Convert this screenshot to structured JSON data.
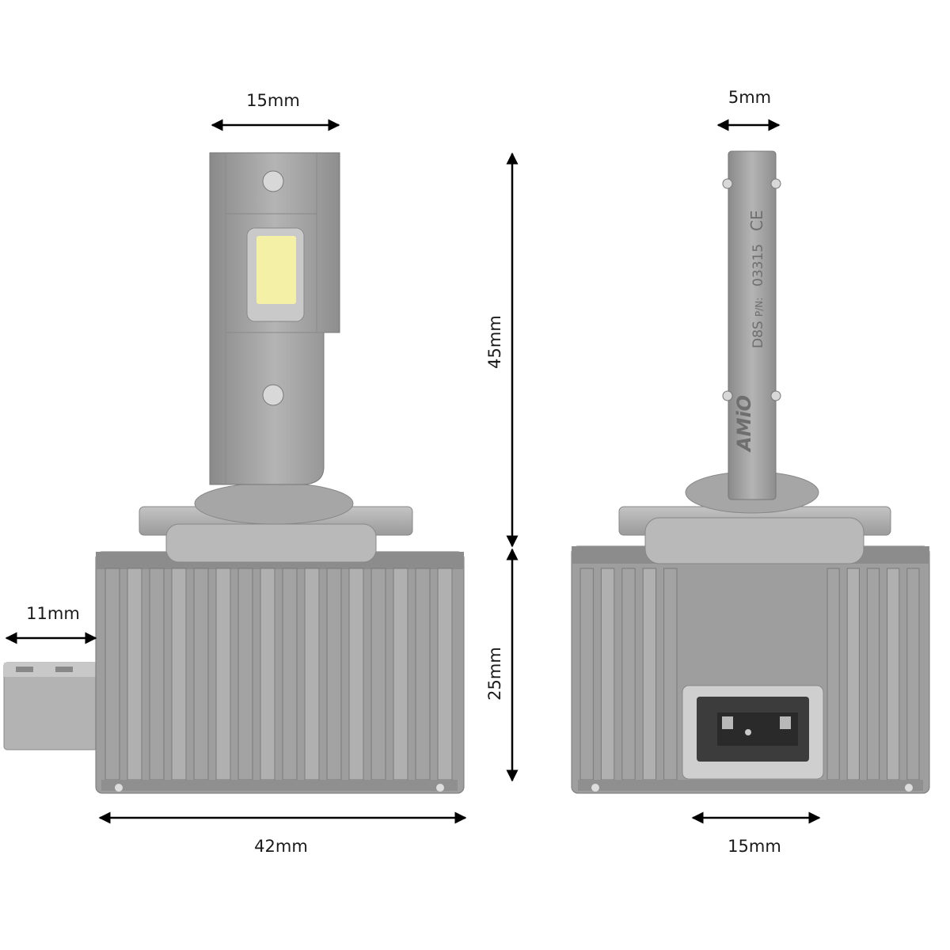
{
  "dimensions": {
    "front_chip_width": "15mm",
    "side_stem_thickness": "5mm",
    "total_height": "45mm",
    "base_height": "25mm",
    "connector_length": "11mm",
    "base_width": "42mm",
    "connector_width": "15mm"
  },
  "bulb_engraving": {
    "brand": "AMiO",
    "model": "D8S",
    "part_no_label": "P/N:",
    "part_no": "03315",
    "marks": "CE"
  },
  "colors": {
    "body": "#a9a9a9",
    "body_dark": "#7d7d7d",
    "body_light": "#c6c6c6",
    "led": "#f4f0a6",
    "arrow": "#000000"
  }
}
